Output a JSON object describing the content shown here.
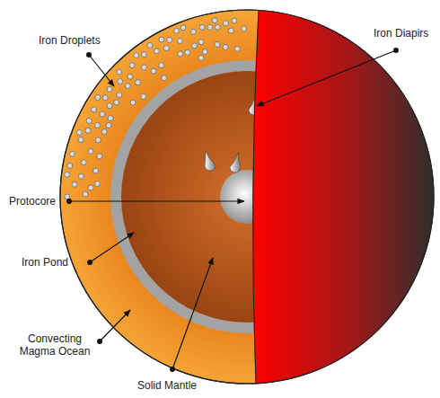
{
  "diagram": {
    "labels": [
      "Iron Droplets",
      "Iron Diapirs",
      "Protocore",
      "Iron Pond",
      "Convecting Magma Ocean",
      "Solid Mantle"
    ]
  }
}
